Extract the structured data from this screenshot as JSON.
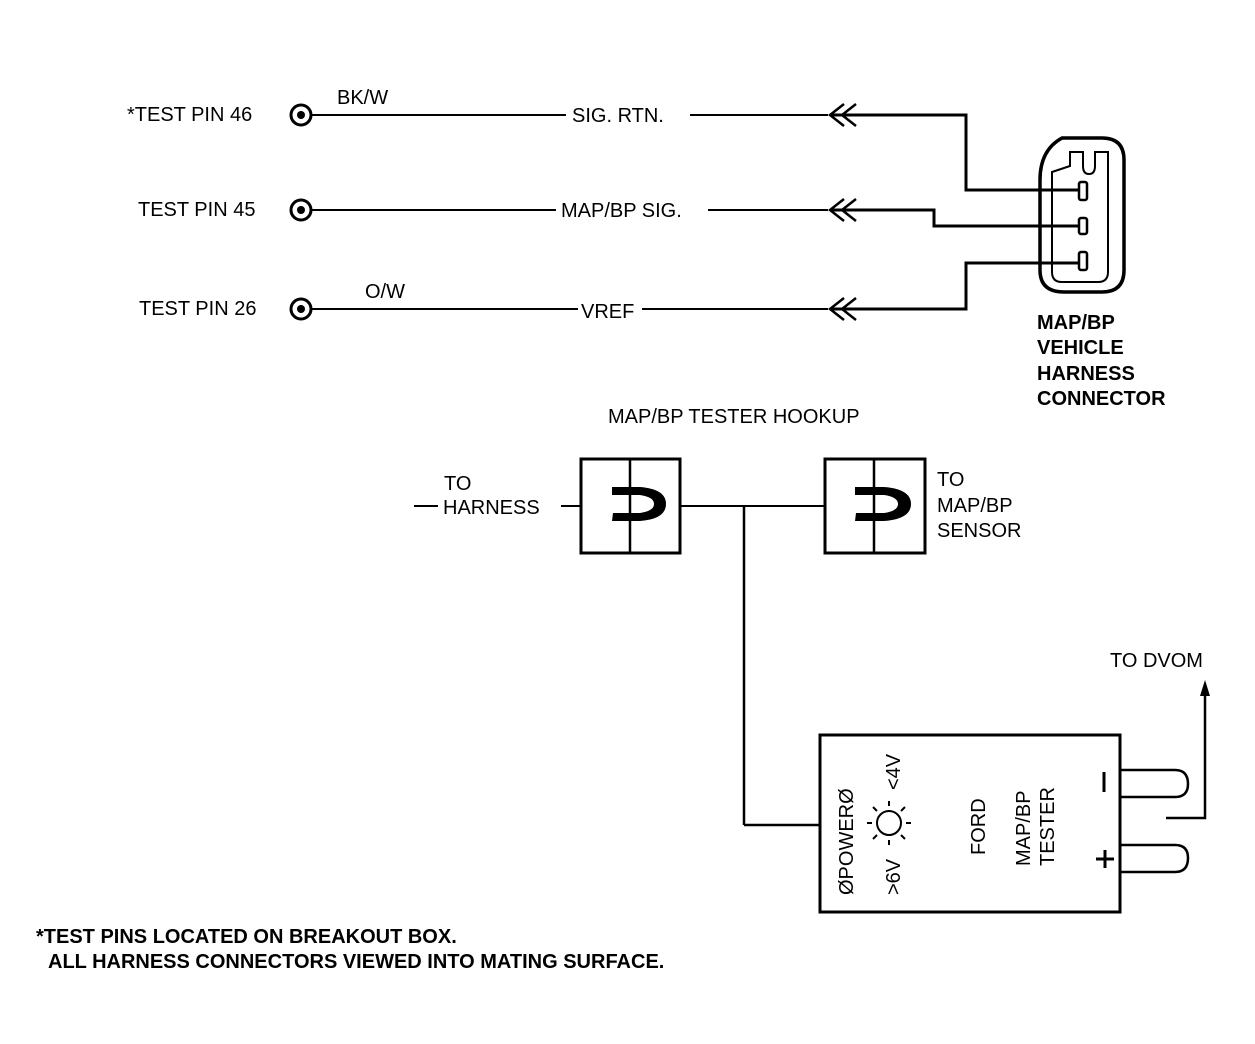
{
  "pins": [
    {
      "label": "*TEST PIN 46",
      "wire_color": "BK/W",
      "signal": "SIG. RTN."
    },
    {
      "label": "TEST PIN 45",
      "wire_color": "",
      "signal": "MAP/BP SIG."
    },
    {
      "label": "TEST PIN 26",
      "wire_color": "O/W",
      "signal": "VREF"
    }
  ],
  "connector": {
    "label_lines": [
      "MAP/BP",
      "VEHICLE",
      "HARNESS",
      "CONNECTOR"
    ]
  },
  "hookup": {
    "title": "MAP/BP TESTER HOOKUP",
    "to_harness": [
      "TO",
      "HARNESS"
    ],
    "to_sensor": [
      "TO",
      "MAP/BP",
      "SENSOR"
    ],
    "to_dvom": "TO DVOM"
  },
  "tester": {
    "power": "ØPOWERØ",
    "low_v": ">6V",
    "high_v": "<4V",
    "brand": "FORD",
    "name_line1": "MAP/BP",
    "name_line2": "TESTER",
    "minus": "–",
    "plus": "+"
  },
  "notes": [
    "*TEST PINS LOCATED ON BREAKOUT BOX.",
    "ALL HARNESS CONNECTORS VIEWED INTO MATING SURFACE."
  ]
}
